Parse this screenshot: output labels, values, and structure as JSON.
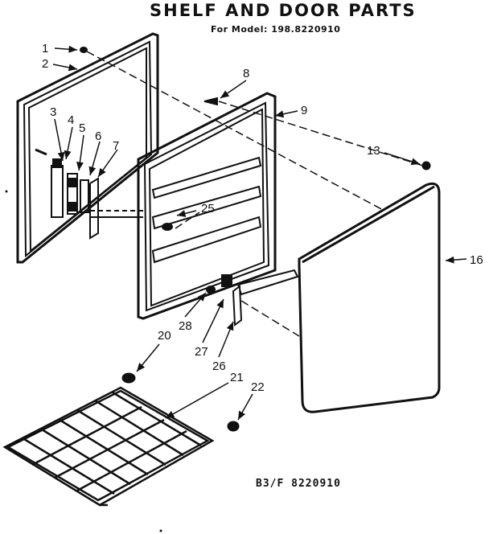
{
  "header": {
    "title": "SHELF AND DOOR PARTS",
    "subtitle": "For Model: 198.8220910"
  },
  "footer": {
    "code": "B3/F 8220910"
  },
  "callouts": {
    "c1": "1",
    "c2": "2",
    "c3": "3",
    "c4": "4",
    "c5": "5",
    "c6": "6",
    "c7": "7",
    "c8": "8",
    "c9": "9",
    "c13": "13",
    "c16": "16",
    "c20": "20",
    "c21": "21",
    "c22": "22",
    "c25": "25",
    "c26": "26",
    "c27": "27",
    "c28": "28"
  }
}
